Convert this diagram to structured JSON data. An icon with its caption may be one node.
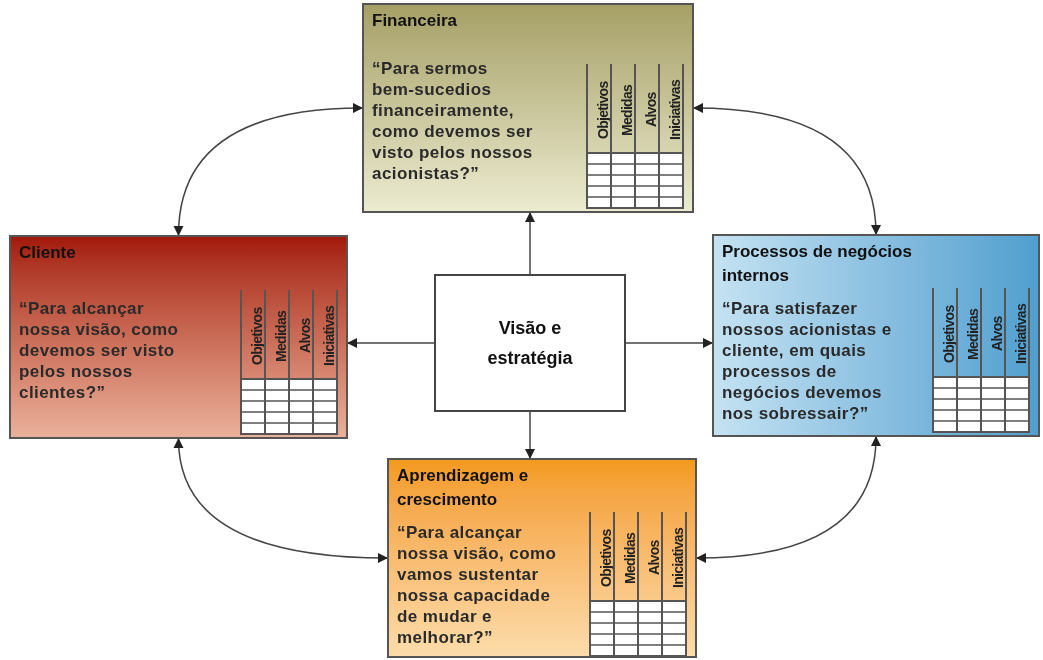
{
  "diagram": {
    "nodes": [
      {
        "text": [
          "Financeira",
          "“Para sermos bem-sucedios financeiramente, como devemos ser visto pelos nossos acionistas?”",
          "Objetivos",
          "Medidas",
          "Alvos",
          "Iniciativas"
        ]
      },
      {
        "text": [
          "Cliente",
          "“Para alcançar nossa visão, como devemos ser visto pelos nossos clientes?”",
          "Objetivos",
          "Medidas",
          "Alvos",
          "Iniciativas"
        ]
      },
      {
        "text": [
          "Visão e estratégia"
        ]
      },
      {
        "text": [
          "Processos de negócios internos",
          "“Para satisfazer nossos acionistas e cliente, em quais processos de negócios devemos nos sobressair?”",
          "Objetivos",
          "Medidas",
          "Alvos",
          "Iniciativas"
        ]
      },
      {
        "text": [
          "Aprendizagem e crescimento",
          "“Para alcançar nossa visão, como vamos sustentar nossa capacidade de mudar e melhorar?”",
          "Objetivos",
          "Medidas",
          "Alvos",
          "Iniciativas"
        ]
      }
    ],
    "edges": [
      {
        "from": 2,
        "to": 0,
        "arrow": "to"
      },
      {
        "from": 2,
        "to": 1,
        "arrow": "to"
      },
      {
        "from": 2,
        "to": 3,
        "arrow": "to"
      },
      {
        "from": 2,
        "to": 4,
        "arrow": "to"
      },
      {
        "from": 0,
        "to": 1,
        "arrow": "both"
      },
      {
        "from": 0,
        "to": 3,
        "arrow": "both"
      },
      {
        "from": 1,
        "to": 4,
        "arrow": "both"
      },
      {
        "from": 3,
        "to": 4,
        "arrow": "both"
      }
    ]
  }
}
